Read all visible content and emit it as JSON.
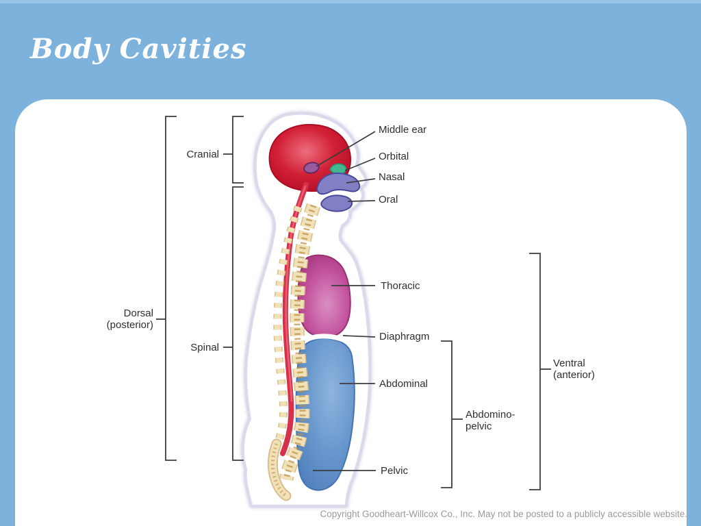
{
  "slide": {
    "title": "Body Cavities",
    "copyright": "Copyright Goodheart-Willcox Co., Inc.  May not be posted to a publicly accessible website."
  },
  "diagram": {
    "labels": {
      "middle_ear": "Middle ear",
      "orbital": "Orbital",
      "nasal": "Nasal",
      "oral": "Oral",
      "cranial": "Cranial",
      "dorsal_line1": "Dorsal",
      "dorsal_line2": "(posterior)",
      "spinal": "Spinal",
      "thoracic": "Thoracic",
      "diaphragm": "Diaphragm",
      "abdominal": "Abdominal",
      "abdominopelvic_line1": "Abdomino-",
      "abdominopelvic_line2": "pelvic",
      "pelvic": "Pelvic",
      "ventral_line1": "Ventral",
      "ventral_line2": "(anterior)"
    },
    "cavity_colors": {
      "cranial": "#C81F35",
      "middle_ear": "#9A5A9E",
      "orbital": "#44B690",
      "nasal_oral": "#827FC5",
      "thoracic": "#C2519C",
      "abdominopelvic": "#6695CC",
      "vertebrae": "#F0E1B8",
      "background_blue": "#7DB2DD"
    }
  }
}
